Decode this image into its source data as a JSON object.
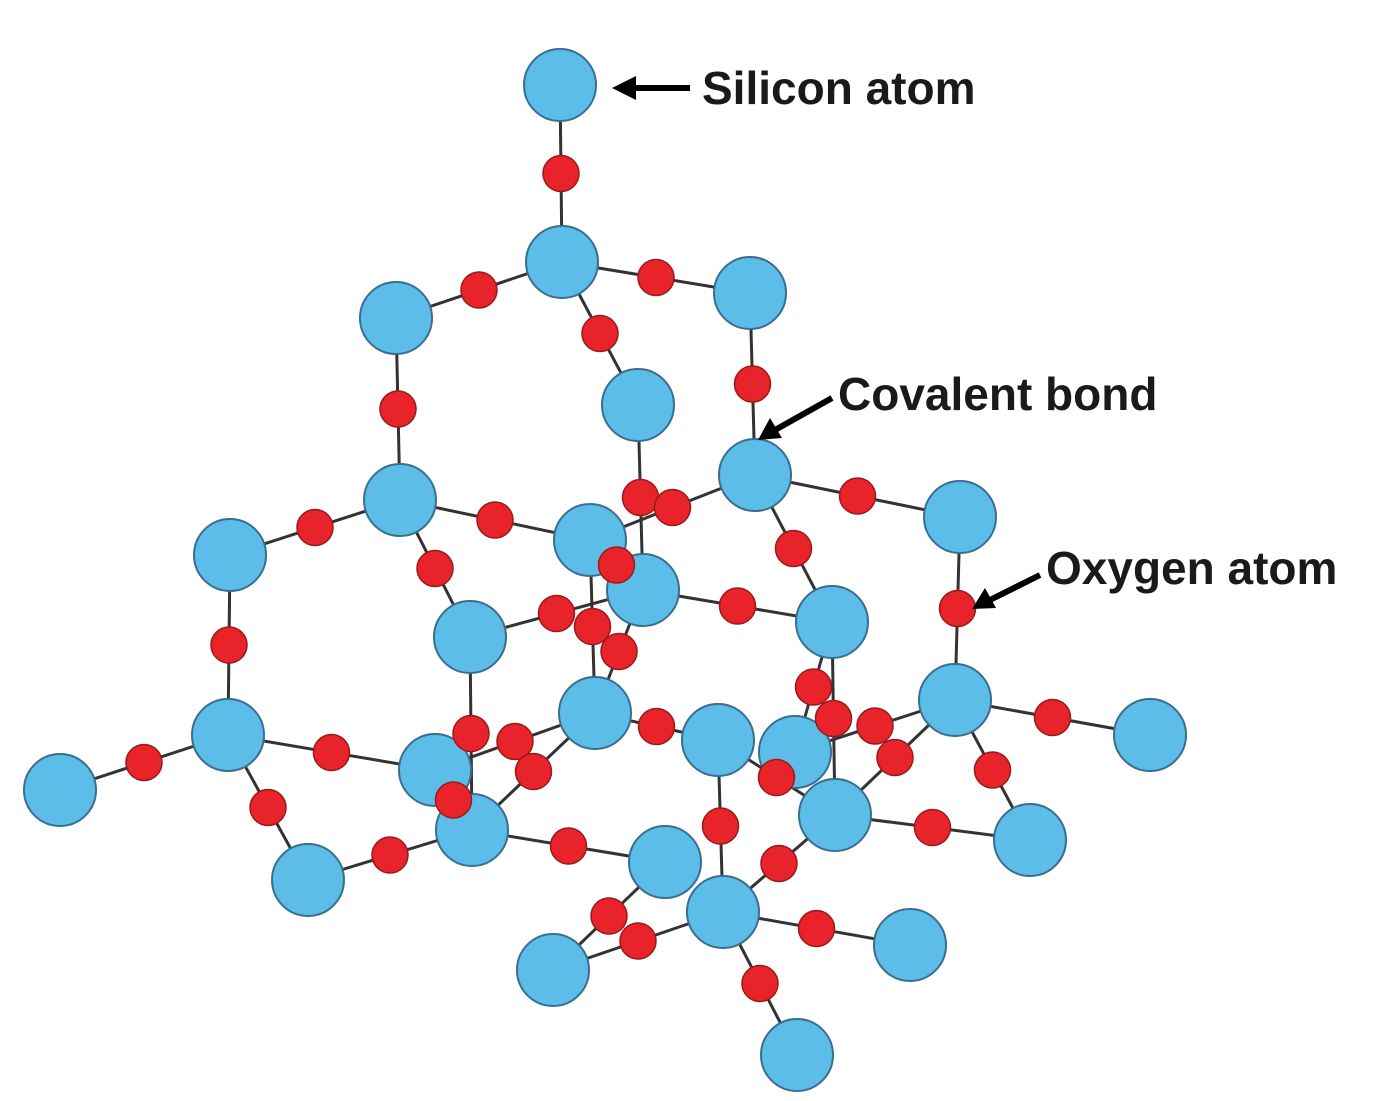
{
  "labels": {
    "silicon": "Silicon atom",
    "covalent": "Covalent bond",
    "oxygen": "Oxygen atom"
  },
  "colors": {
    "silicon_fill": "#5bbde8",
    "silicon_stroke": "#3a6e8f",
    "oxygen_fill": "#e8232a",
    "oxygen_stroke": "#9a1a1a",
    "bond": "#333333",
    "text": "#1a1a1a"
  }
}
